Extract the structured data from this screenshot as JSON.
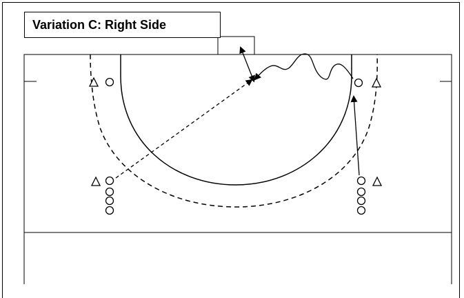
{
  "title": "Variation C: Right Side",
  "colors": {
    "line": "#000000",
    "background": "#ffffff"
  },
  "markers": {
    "player_symbol": "circle",
    "cone_symbol": "triangle"
  }
}
